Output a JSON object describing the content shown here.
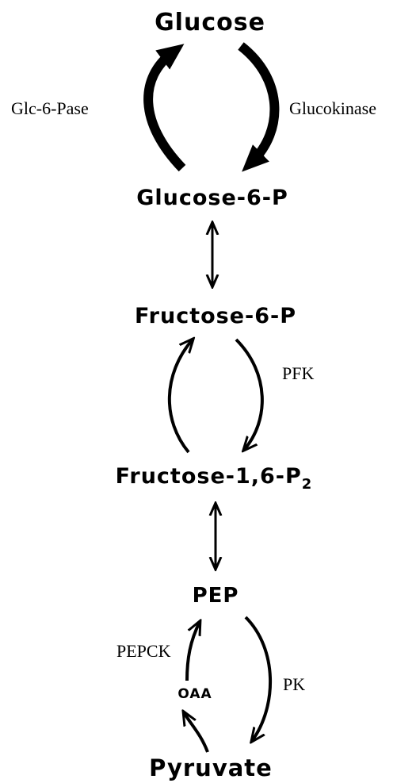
{
  "metabolites": {
    "glucose": "Glucose",
    "glucose6p": "Glucose-6-P",
    "fructose6p": "Fructose-6-P",
    "fructose16p2_main": "Fructose-1,6-P",
    "fructose16p2_sub": "2",
    "pep": "PEP",
    "oaa": "OAA",
    "pyruvate": "Pyruvate"
  },
  "enzymes": {
    "glc6pase": "Glc-6-Pase",
    "glucokinase": "Glucokinase",
    "pfk": "PFK",
    "pepck": "PEPCK",
    "pk": "PK"
  },
  "colors": {
    "ink": "#000000",
    "background": "#ffffff"
  }
}
